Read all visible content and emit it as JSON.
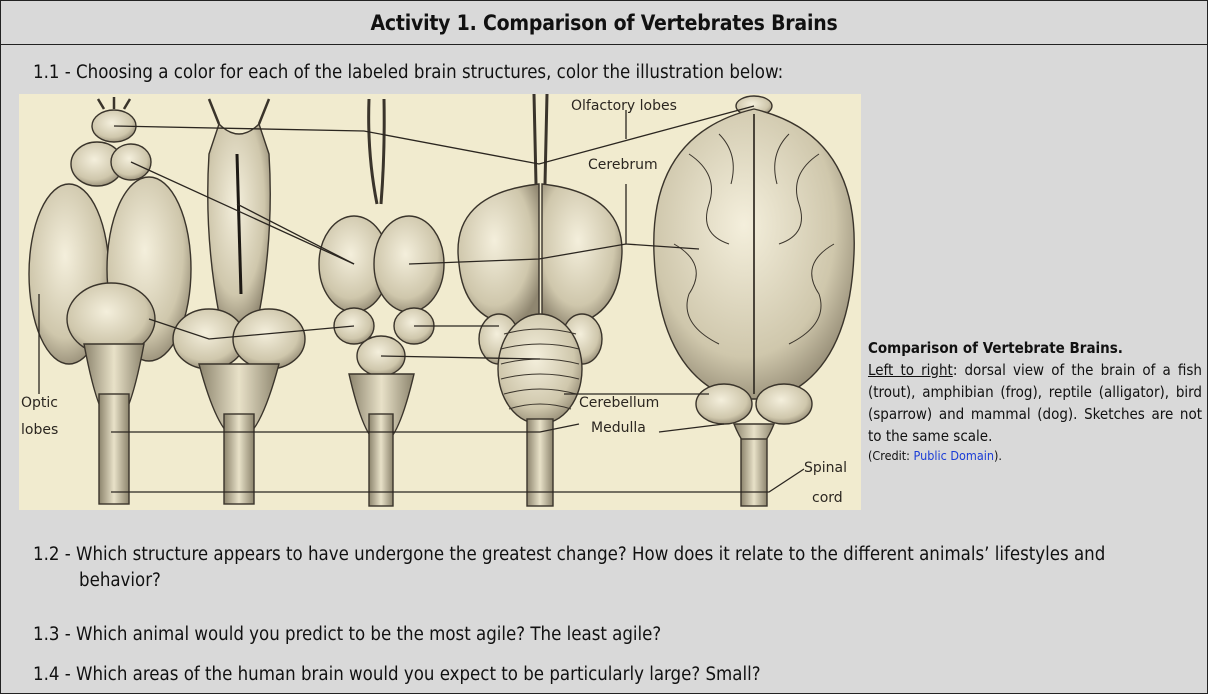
{
  "activity": {
    "title": "Activity 1.   Comparison of Vertebrates Brains"
  },
  "questions": [
    {
      "number": "1.1 -",
      "text": "Choosing a color for each of the labeled brain structures, color the illustration below:"
    },
    {
      "number": "1.2 -",
      "text": "Which structure appears to have undergone the greatest change? How does it relate to the different animals’ lifestyles and",
      "continuation": "behavior?"
    },
    {
      "number": "1.3 -",
      "text": "Which animal would you predict to be the most agile? The least agile?"
    },
    {
      "number": "1.4 -",
      "text": "Which areas of the human brain would you expect to be particularly large? Small?"
    }
  ],
  "illustration": {
    "labels": {
      "olfactory": "Olfactory lobes",
      "cerebrum": "Cerebrum",
      "optic_1": "Optic",
      "optic_2": "lobes",
      "cerebellum": "Cerebellum",
      "medulla": "Medulla",
      "spinal_1": "Spinal",
      "spinal_2": "cord"
    }
  },
  "caption": {
    "title": "Comparison of Vertebrate Brains.",
    "lead": "Left to right",
    "body": ": dorsal view of the brain of a fish (trout), amphibian (frog), reptile (alligator), bird (sparrow) and mammal (dog). Sketches are not to the same scale.",
    "credit_prefix": "(Credit: ",
    "credit_link": "Public Domain",
    "credit_suffix": ")."
  },
  "colors": {
    "background": "#d9d9d9",
    "illustration_bg": "#f1ebcf",
    "link": "#1a3cd6"
  }
}
